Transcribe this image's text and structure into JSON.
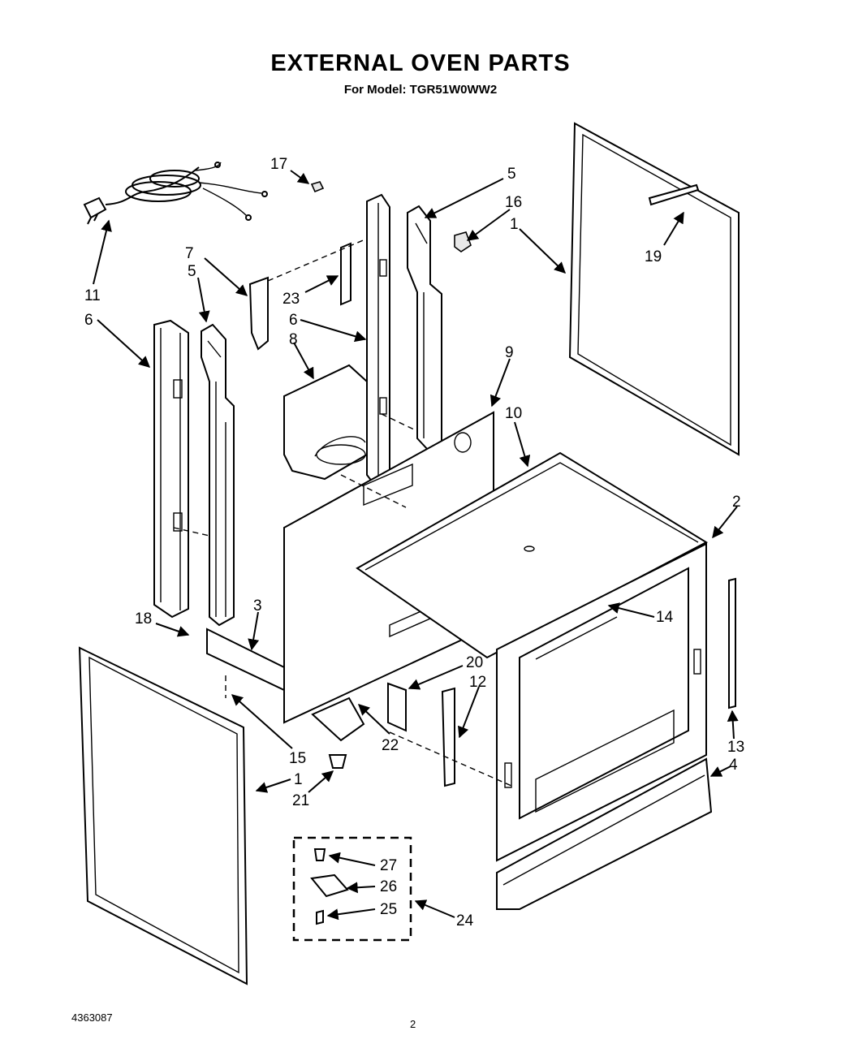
{
  "header": {
    "title": "EXTERNAL OVEN PARTS",
    "subtitle": "For Model: TGR51W0WW2"
  },
  "footer": {
    "doc_number": "4363087",
    "page_number": "2"
  },
  "callouts": [
    "17",
    "5",
    "16",
    "1",
    "19",
    "11",
    "7",
    "5",
    "23",
    "6",
    "6",
    "8",
    "9",
    "10",
    "2",
    "3",
    "18",
    "20",
    "12",
    "14",
    "15",
    "22",
    "1",
    "21",
    "13",
    "4",
    "27",
    "26",
    "25",
    "24"
  ]
}
